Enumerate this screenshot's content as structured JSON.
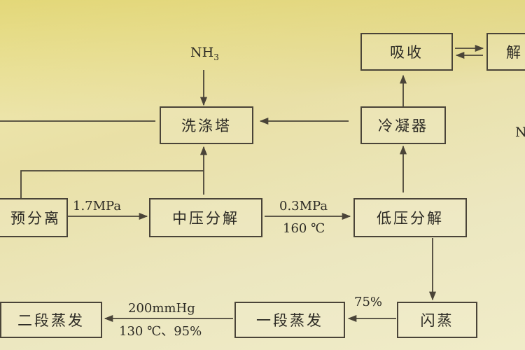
{
  "nodes": {
    "nh3_top": "NH",
    "nh3_sub": "3",
    "absorb": "吸收",
    "desorb": "解",
    "scrubber": "洗涤塔",
    "condenser": "冷凝器",
    "pre_sep": "预分离",
    "mid_decomp": "中压分解",
    "low_decomp": "低压分解",
    "second_evap": "二段蒸发",
    "first_evap": "一段蒸发",
    "flash": "闪蒸",
    "nh3_right": "N"
  },
  "labels": {
    "p1": "1.7MPa",
    "p2": "0.3MPa",
    "t2": "160 ℃",
    "pct75": "75%",
    "p3": "200mmHg",
    "t3": "130 ℃、95%"
  }
}
